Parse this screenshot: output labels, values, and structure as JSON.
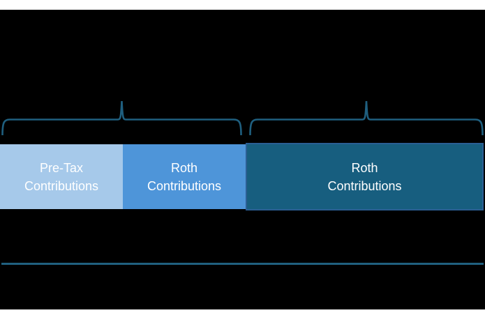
{
  "page": {
    "background": "#ffffff",
    "canvas_background": "#000000"
  },
  "colors": {
    "accent_teal": "#1F5F7F",
    "divider_teal": "#20607F",
    "label_text": "#FFFFFF",
    "segment_pretax_fill": "#A6C9EA",
    "segment_roth_mid_fill": "#4E95D9",
    "segment_roth_dark_fill": "#175E7F",
    "segment_roth_dark_border": "#2B5F94"
  },
  "diagram": {
    "type": "segmented-bar-with-braces",
    "segments": [
      {
        "label": "Pre-Tax Contributions",
        "line1": "Pre-Tax",
        "line2": "Contributions",
        "fill": "#A6C9EA",
        "width_fraction": 0.253
      },
      {
        "label": "Roth Contributions",
        "line1": "Roth",
        "line2": "Contributions",
        "fill": "#4E95D9",
        "width_fraction": 0.253
      },
      {
        "label": "Roth Contributions",
        "line1": "Roth",
        "line2": "Contributions",
        "fill": "#175E7F",
        "border": "#2B5F94",
        "width_fraction": 0.494
      }
    ],
    "braces": [
      {
        "name": "left-brace",
        "spans": "Pre-Tax Contributions + Roth Contributions"
      },
      {
        "name": "right-brace",
        "spans": "Roth Contributions"
      }
    ]
  }
}
